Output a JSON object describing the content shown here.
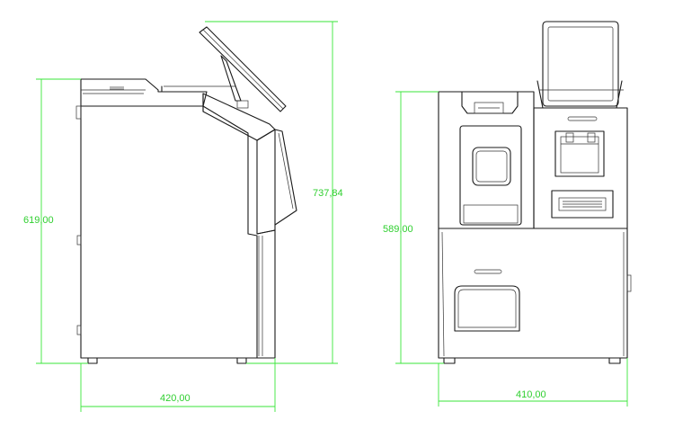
{
  "dimensions": {
    "side_height": "619,00",
    "side_total_height": "737,84",
    "side_width": "420,00",
    "front_height": "589,00",
    "front_width": "410,00"
  },
  "colors": {
    "outline": "#1a1a1a",
    "dimension": "#39e639"
  }
}
